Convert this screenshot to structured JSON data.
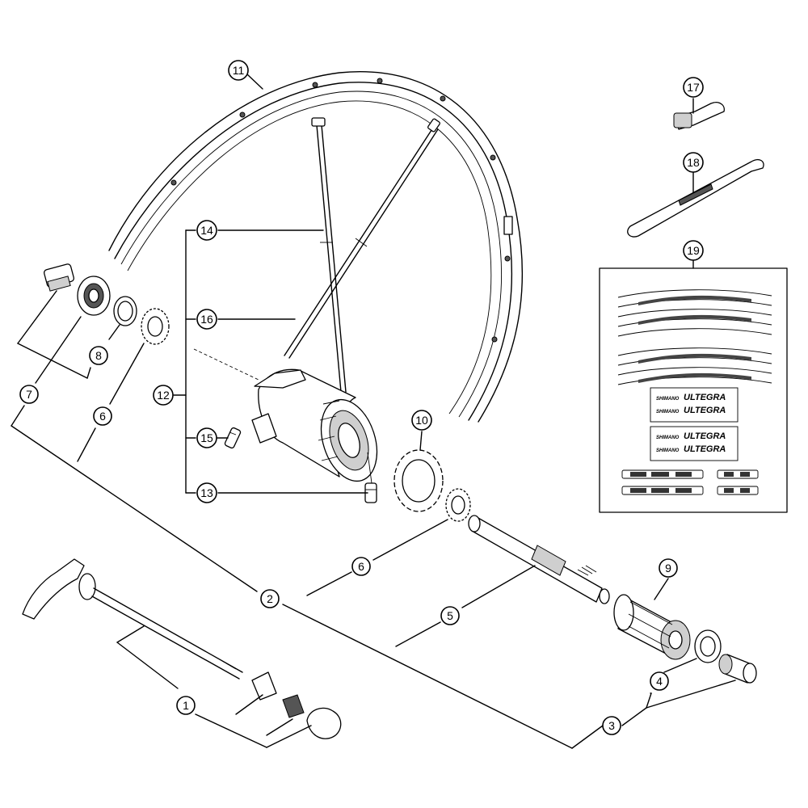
{
  "callouts": {
    "c1": "1",
    "c2": "2",
    "c3": "3",
    "c4": "4",
    "c5": "5",
    "c6a": "6",
    "c6b": "6",
    "c7": "7",
    "c8": "8",
    "c9": "9",
    "c10": "10",
    "c11": "11",
    "c12": "12",
    "c13": "13",
    "c14": "14",
    "c15": "15",
    "c16": "16",
    "c17": "17",
    "c18": "18",
    "c19": "19"
  },
  "decal_sheet": {
    "brand_small": "SHIMANO",
    "model": "ULTEGRA"
  }
}
